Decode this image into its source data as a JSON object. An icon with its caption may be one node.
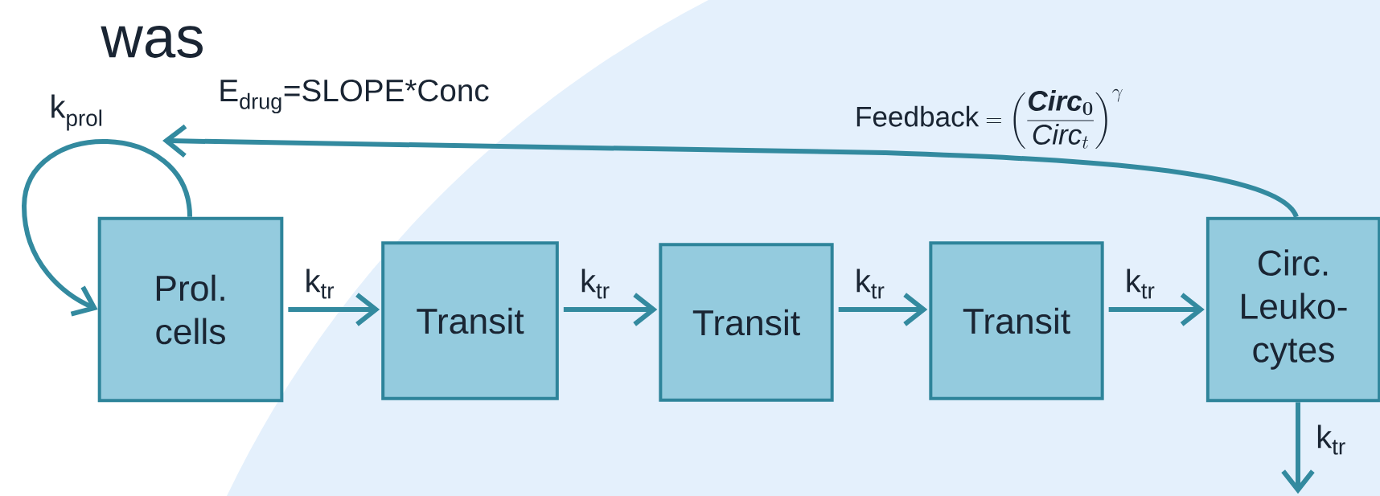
{
  "diagram": {
    "nodes": [
      {
        "text": [
          "Prol. cells"
        ]
      },
      {
        "text": [
          "Transit"
        ]
      },
      {
        "text": [
          "Transit"
        ]
      },
      {
        "text": [
          "Transit"
        ]
      },
      {
        "text": [
          "Circ. Leuko- cytes"
        ]
      }
    ],
    "edges": [
      {
        "from": 0,
        "to": 0,
        "arrow": "to",
        "label": "k$_{prol}$"
      },
      {
        "from": 4,
        "to": null,
        "arrow": "to"
      },
      {
        "from": 0,
        "to": 1,
        "arrow": "to",
        "label": "k$_{tr}$"
      },
      {
        "from": 1,
        "to": 2,
        "arrow": "to",
        "label": "k$_{tr}$"
      },
      {
        "from": 2,
        "to": 3,
        "arrow": "to",
        "label": "k$_{tr}$"
      },
      {
        "from": 3,
        "to": 4,
        "arrow": "to",
        "label": "k$_{tr}$"
      },
      {
        "from": 4,
        "to": null,
        "arrow": "to",
        "label": "k$_{tr}$"
      }
    ],
    "labels": [
      "was",
      "E$_{drug}$=SLOPE*Conc",
      "\\text{Feedback} = \\left(\\frac{\\boldsymbol{\\mathit{Circ}_0}}{\\mathit{Circ}_t}\\right)^{\\gamma}"
    ]
  }
}
